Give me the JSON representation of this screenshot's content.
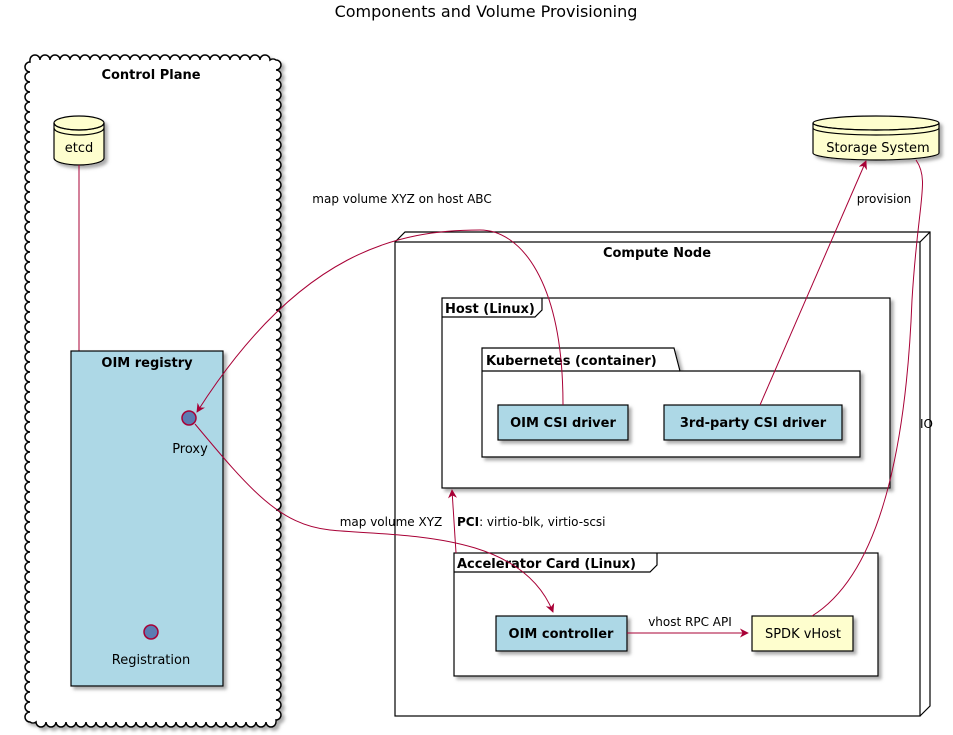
{
  "title": "Components and Volume Provisioning",
  "colors": {
    "link": "#A80036",
    "component_fill": "#ADD8E6",
    "database_fill": "#FEFECE",
    "interface_fill": "#5B7CB2",
    "border": "#000000",
    "shadow": "#888888"
  },
  "groups": {
    "control_plane": "Control Plane",
    "oim_registry": "OIM registry",
    "compute_node": "Compute Node",
    "host": "Host (Linux)",
    "kubernetes": "Kubernetes (container)",
    "accelerator": "Accelerator Card (Linux)"
  },
  "components": {
    "etcd": "etcd",
    "storage_system": "Storage System",
    "proxy": "Proxy",
    "registration": "Registration",
    "oim_csi_driver": "OIM CSI driver",
    "third_party_csi_driver": "3rd-party CSI driver",
    "oim_controller": "OIM controller",
    "spdk_vhost": "SPDK vHost"
  },
  "edges": {
    "map_host": "map volume XYZ on host ABC",
    "provision": "provision",
    "map_volume": "map volume XYZ",
    "pci_bold": "PCI",
    "pci_rest": ": virtio-blk, virtio-scsi",
    "vhost_rpc": "vhost RPC API",
    "io": "IO"
  }
}
